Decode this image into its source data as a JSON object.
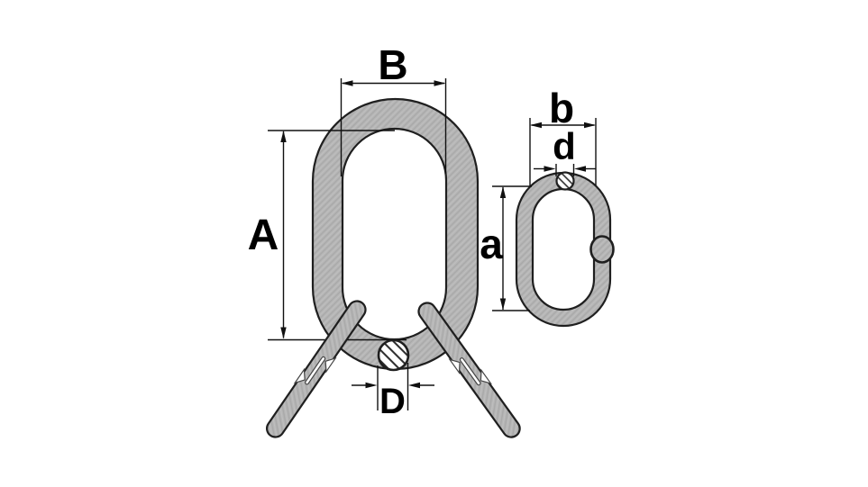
{
  "title": "Technical dimension drawing of a master link assembly with coupling legs and a small oval link",
  "colors": {
    "background": "#ffffff",
    "steel": "#b6b6b6",
    "steel_texture": "#a9a9a9",
    "outline": "#1f1f1f",
    "dimension_lines": "#101010",
    "labels": "#000000"
  },
  "large_link": {
    "part": "master-link-with-coupling-legs",
    "dimension_labels": {
      "inside_length": "A",
      "inside_width": "B",
      "material_diameter": "D"
    }
  },
  "small_link": {
    "part": "oval-link",
    "dimension_labels": {
      "inside_length": "a",
      "inside_width": "b",
      "material_diameter": "d"
    }
  }
}
